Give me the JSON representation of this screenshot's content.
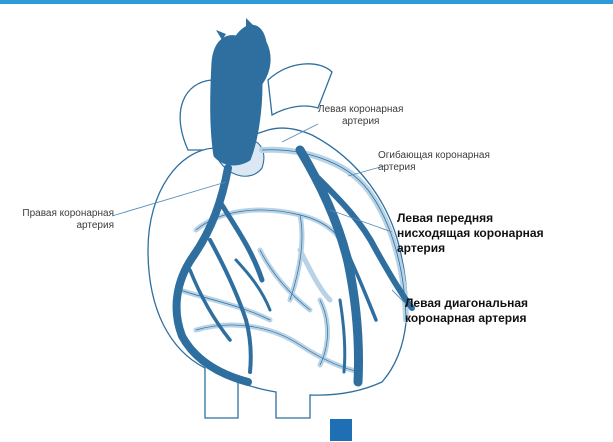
{
  "colors": {
    "frame": "#2d9bd8",
    "vessel_dark": "#2e6f9f",
    "vessel_light": "#b9d3e6",
    "outline": "#2e6f9f",
    "leader": "#5a8fb8",
    "corner_square": "#1f6fb5"
  },
  "labels": {
    "left_coronary": "Левая коронарная\nартерия",
    "circumflex": "Огибающая коронарная\nартерия",
    "right_coronary": "Правая коронарная\nартерия",
    "lad": "Левая передняя\nнисходящая коронарная\nартерия",
    "diagonal": "Левая диагональная\nкоронарная артерия"
  }
}
